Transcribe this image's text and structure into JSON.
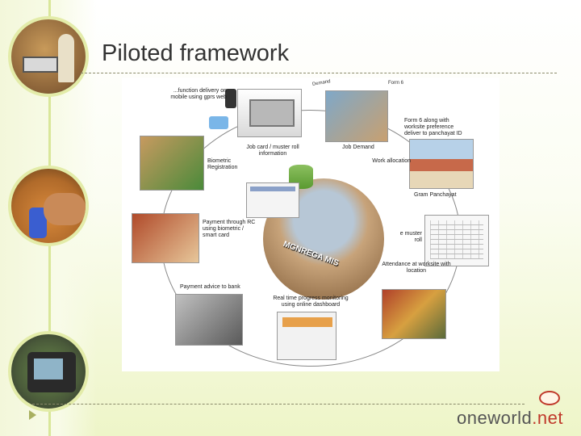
{
  "slide": {
    "title": "Piloted framework"
  },
  "diagram": {
    "center_label": "MGNREGA MIS",
    "labels": {
      "top_left": "...function delivery on mobile using gprs web",
      "job_card": "Job card / muster roll information",
      "job_demand": "Job Demand",
      "form": "Form 6 along with worksite preference deliver to panchayat ID",
      "work_allocation": "Work allocation",
      "gram_panchayat": "Gram Panchayat",
      "biometric": "Biometric Registration",
      "payment_rc": "Payment through RC using biometric / smart card",
      "muster_roll": "e muster roll",
      "payment_bank": "Payment advice to bank",
      "attendance": "Attendance at worksite with location",
      "realtime": "Real time progress monitoring using online dashboard",
      "small_a": "Demand",
      "small_b": "Form 6"
    }
  },
  "footer": {
    "logo_main": "oneworld",
    "logo_suffix": ".net"
  }
}
